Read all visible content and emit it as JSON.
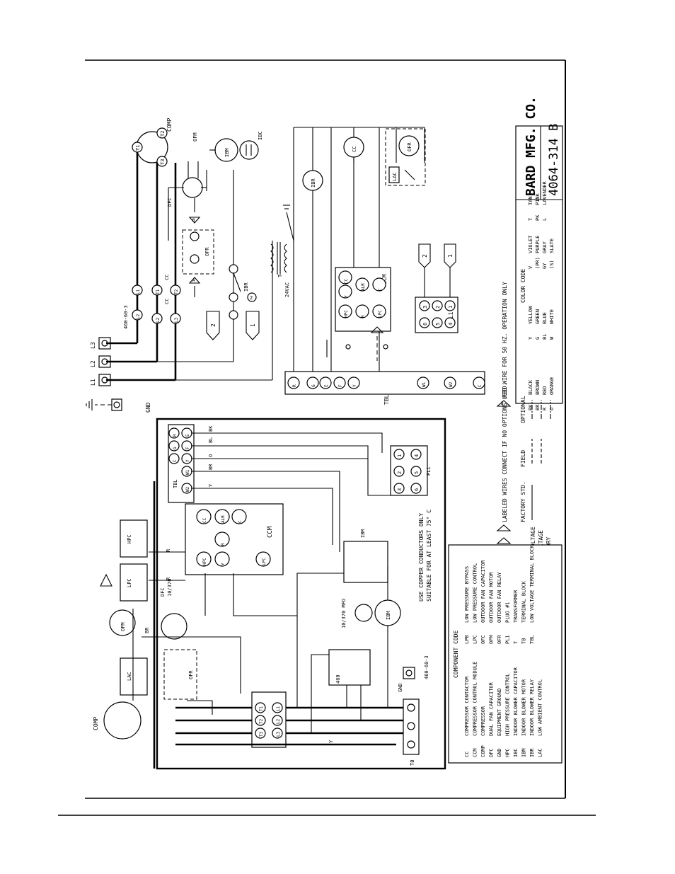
{
  "title_block": {
    "company": "BARD MFG. CO.",
    "drawing_number": "4064-314 B"
  },
  "ladder": {
    "line_labels": [
      "L1",
      "L2",
      "L3"
    ],
    "gnd": "GND",
    "voltage_note": "460-60-3",
    "transformer_secondary": "24VAC",
    "transformer": "T",
    "comp": "COMP",
    "ofm": "OFM",
    "ibm": "IBM",
    "ibc": "IBC",
    "dfc": "DFC",
    "ofr": "OFR",
    "ibr": "IBR",
    "cc": "CC",
    "cc_terms": [
      "T1",
      "T2",
      "T3",
      "L1",
      "L2",
      "L3"
    ],
    "ccm": "CCM",
    "ccm_terms": [
      "HPC",
      "Y",
      "CC",
      "ALR",
      "R",
      "LPC",
      "C"
    ],
    "tbl": "TBL",
    "tbl_terms": [
      "R",
      "G",
      "E",
      "F",
      "Y",
      "W1",
      "W2",
      "C"
    ],
    "pl1": "PL1",
    "pl1_pins": [
      "3",
      "2",
      "1",
      "6",
      "5",
      "4"
    ],
    "lac": "LAC",
    "marker_2": "2",
    "marker_1": "1",
    "marker_a": "A",
    "marker_b": "B"
  },
  "wiring": {
    "tb": "TB",
    "gnd": "GND",
    "voltage": "460-60-3",
    "cap_note": "10/370 MFD",
    "cap": "DFC",
    "ofc_note": "10/370",
    "dfc_label": "DFC",
    "copper_note_1": "USE COPPER CONDUCTORS ONLY",
    "copper_note_2": "SUITABLE FOR AT LEAST 75° C",
    "wire_colors": [
      "BK",
      "BR",
      "Y",
      "R",
      "O",
      "BL"
    ],
    "t460": "460",
    "comp": "COMP"
  },
  "notes": {
    "note_a": "LABELED WIRES CONNECT IF NO OPTIONS USED.",
    "note_b": "RED WIRE FOR 50 HZ. OPERATION ONLY",
    "line_types_header": [
      "FACTORY STD.",
      "FIELD",
      "OPTIONAL"
    ],
    "line_types": [
      "HIGH VOLTAGE",
      "LOW VOLTAGE",
      "ACCESSORY"
    ]
  },
  "color_code": {
    "header": "COLOR CODE",
    "entries": [
      {
        "code": "BK",
        "name": "BLACK"
      },
      {
        "code": "BR",
        "name": "BROWN"
      },
      {
        "code": "R",
        "name": "RED"
      },
      {
        "code": "O",
        "name": "ORANGE"
      },
      {
        "code": "Y",
        "name": "YELLOW"
      },
      {
        "code": "G",
        "name": "GREEN"
      },
      {
        "code": "BL",
        "name": "BLUE"
      },
      {
        "code": "W",
        "name": "WHITE"
      },
      {
        "code": "V",
        "name": "VIOLET"
      },
      {
        "code": "(PR)",
        "name": "PURPLE"
      },
      {
        "code": "GY",
        "name": "GRAY"
      },
      {
        "code": "(S)",
        "name": "SLATE"
      },
      {
        "code": "T",
        "name": "TAN"
      },
      {
        "code": "PK",
        "name": "PINK"
      },
      {
        "code": "L",
        "name": "LAVENDER"
      }
    ]
  },
  "component_code": {
    "header": "COMPONENT CODE",
    "entries": [
      {
        "code": "CC",
        "name": "COMPRESSOR CONTACTOR"
      },
      {
        "code": "CCM",
        "name": "COMPRESSOR CONTROL MODULE"
      },
      {
        "code": "COMP",
        "name": "COMPRESSOR"
      },
      {
        "code": "DFC",
        "name": "DUAL FAN CAPACITOR"
      },
      {
        "code": "GND",
        "name": "EQUIPMENT GROUND"
      },
      {
        "code": "HPC",
        "name": "HIGH PRESSURE CONTROL"
      },
      {
        "code": "IBC",
        "name": "INDOOR BLOWER CAPACITOR"
      },
      {
        "code": "IBM",
        "name": "INDOOR BLOWER MOTOR"
      },
      {
        "code": "IBR",
        "name": "INDOOR BLOWER RELAY"
      },
      {
        "code": "LAC",
        "name": "LOW AMBIENT CONTROL"
      },
      {
        "code": "LPB",
        "name": "LOW PRESSURE BYPASS"
      },
      {
        "code": "LPC",
        "name": "LOW PRESSURE CONTROL"
      },
      {
        "code": "OFC",
        "name": "OUTDOOR FAN CAPACITOR"
      },
      {
        "code": "OFM",
        "name": "OUTDOOR FAN MOTOR"
      },
      {
        "code": "OFR",
        "name": "OUTDOOR FAN RELAY"
      },
      {
        "code": "PL1",
        "name": "PLUG #1"
      },
      {
        "code": "T",
        "name": "TRANSFORMER"
      },
      {
        "code": "TB",
        "name": "TERMINAL BLOCK"
      },
      {
        "code": "TBL",
        "name": "LOW VOLTAGE TERMINAL BLOCK"
      }
    ]
  }
}
